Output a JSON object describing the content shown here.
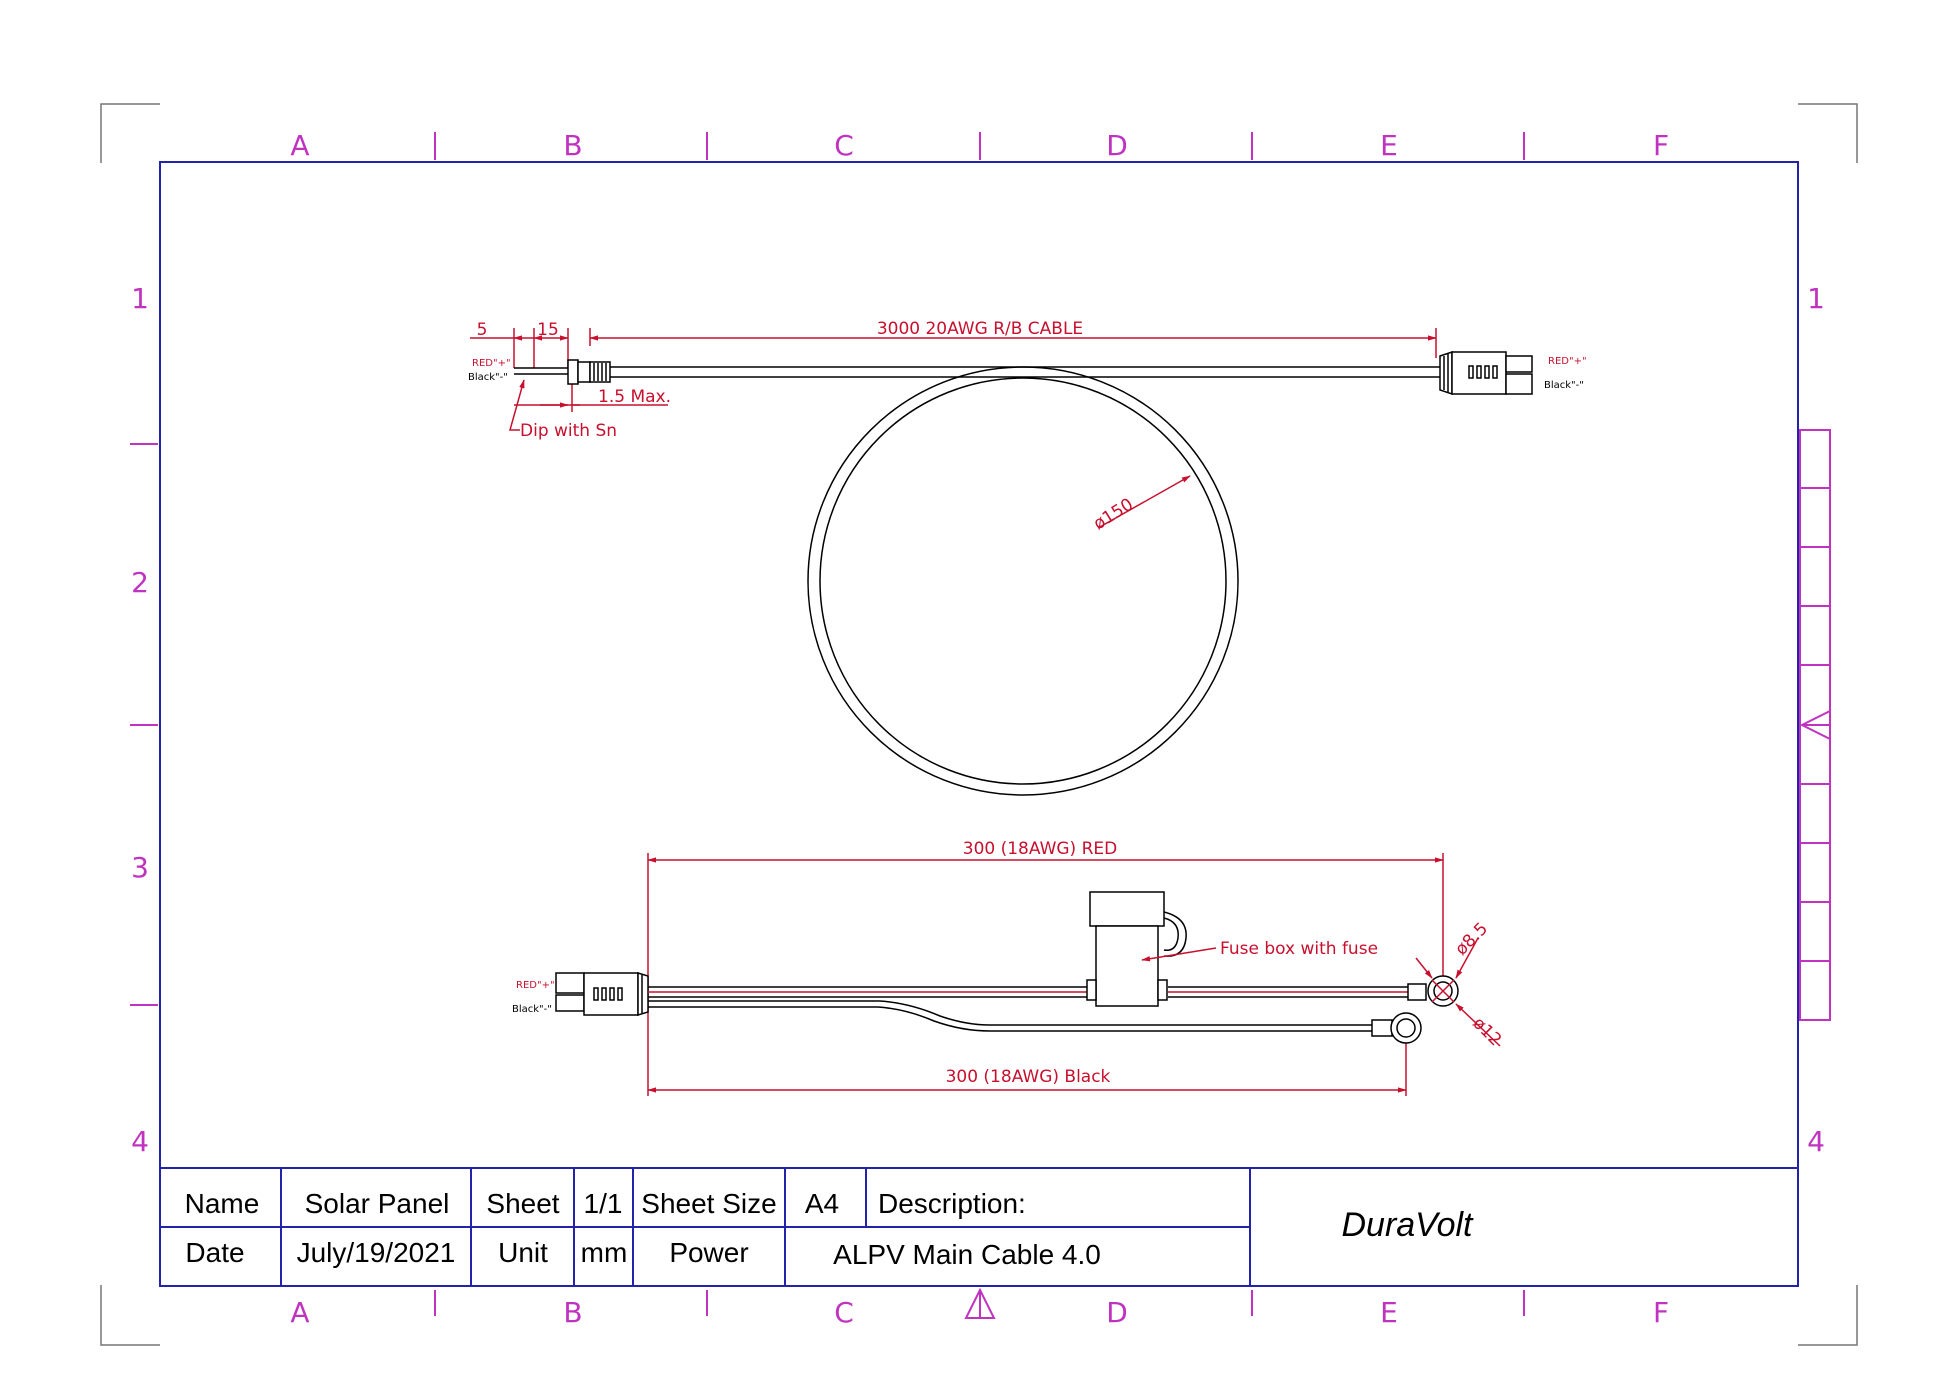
{
  "zones": {
    "columns": [
      "A",
      "B",
      "C",
      "D",
      "E",
      "F"
    ],
    "rows": [
      "1",
      "2",
      "3",
      "4"
    ]
  },
  "drawing": {
    "main_cable": {
      "dim_strip": "5",
      "dim_sleeve": "15",
      "label": "3000 20AWG R/B CABLE",
      "dim_max": "1.5 Max.",
      "note": "Dip with Sn",
      "left_polarity": [
        "RED\"+\"",
        "Black\"-\""
      ],
      "right_polarity": [
        "RED\"+\"",
        "Black\"-\""
      ]
    },
    "coil": {
      "diameter": "ø150"
    },
    "harness": {
      "red_label": "300 (18AWG) RED",
      "black_label": "300 (18AWG) Black",
      "fuse_note": "Fuse box with fuse",
      "ring_large": "ø8.5",
      "ring_small": "ø12",
      "left_polarity": [
        "RED\"+\"",
        "Black\"-\""
      ]
    }
  },
  "title_block": {
    "name_label": "Name",
    "name_value": "Solar Panel",
    "sheet_label": "Sheet",
    "sheet_value": "1/1",
    "size_label": "Sheet Size",
    "size_value": "A4",
    "desc_label": "Description:",
    "date_label": "Date",
    "date_value": "July/19/2021",
    "unit_label": "Unit",
    "unit_value": "mm",
    "type_value": "Power",
    "desc_value": "ALPV Main Cable 4.0",
    "brand": "DuraVolt"
  },
  "colors": {
    "frame": "#2222aa",
    "zone": "#c033c0",
    "dimension": "#c8102e",
    "line": "#000000"
  }
}
